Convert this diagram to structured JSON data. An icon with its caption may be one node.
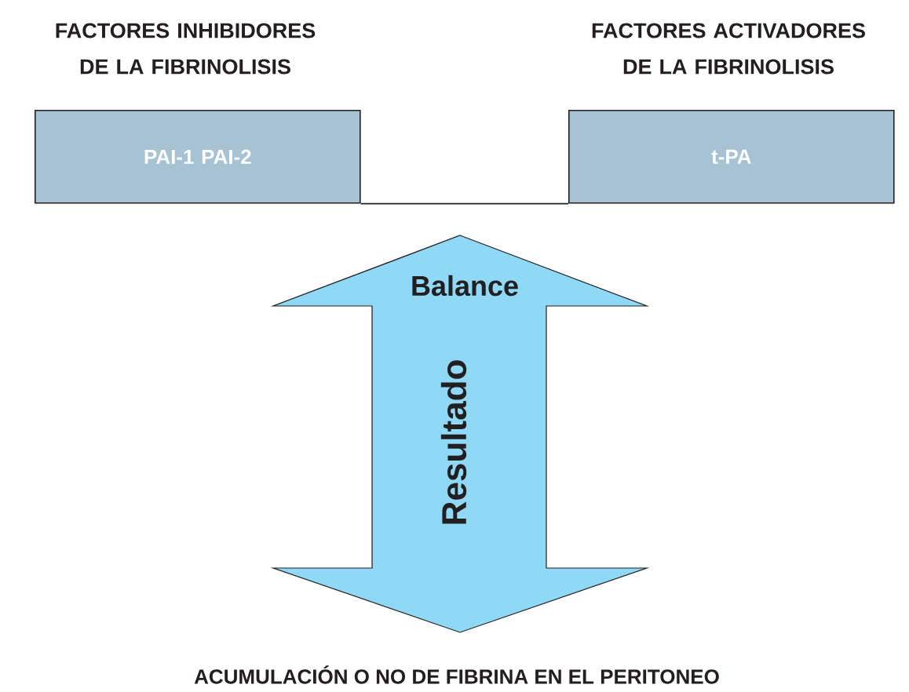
{
  "diagram": {
    "nodes": [
      {
        "text": [
          "FACTORES INHIBIDORES DE LA FIBRINOLISIS",
          "PAI-1 PAI-2"
        ]
      },
      {
        "text": [
          "FACTORES ACTIVADORES DE LA FIBRINOLISIS",
          "t-PA"
        ]
      },
      {
        "text": [
          "Balance",
          "Resultado"
        ]
      }
    ],
    "edges": [
      {
        "from": 0,
        "to": 1,
        "arrow": "none"
      }
    ],
    "labels": [
      "ACUMULACIÓN O NO DE FIBRINA EN EL PERITONEO"
    ]
  }
}
